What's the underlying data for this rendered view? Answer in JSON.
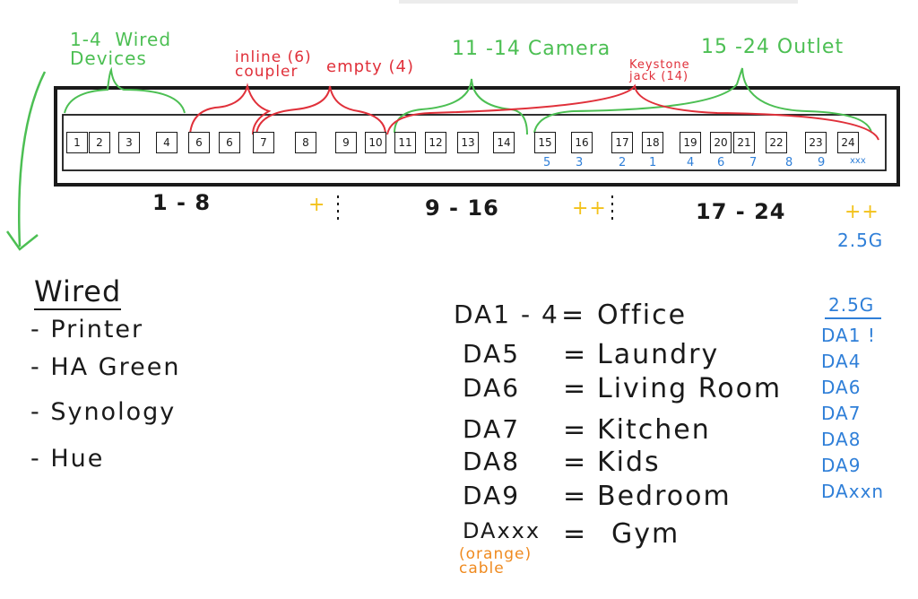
{
  "header_labels": {
    "wired_devices": "1-4  Wired\nDevices",
    "inline": "inline (6)\ncoupler",
    "empty": "empty (4)",
    "camera": "11 -14 Camera",
    "outlet": "15 -24  Outlet",
    "keystone": "Keystone\njack (14)"
  },
  "ports": [
    "1",
    "2",
    "3",
    "4",
    "6",
    "6",
    "7",
    "8",
    "9",
    "10",
    "11",
    "12",
    "13",
    "14",
    "15",
    "16",
    "17",
    "18",
    "19",
    "20",
    "21",
    "22",
    "23",
    "24"
  ],
  "port_sublabels": [
    {
      "port": "15",
      "label": "5"
    },
    {
      "port": "16",
      "label": "3"
    },
    {
      "port": "17",
      "label": "2"
    },
    {
      "port": "18",
      "label": "1"
    },
    {
      "port": "19",
      "label": "4"
    },
    {
      "port": "20",
      "label": "6"
    },
    {
      "port": "21",
      "label": "7"
    },
    {
      "port": "22",
      "label": "8"
    },
    {
      "port": "23",
      "label": "9"
    },
    {
      "port": "24",
      "label": "xxx"
    }
  ],
  "range_labels": [
    "1 - 8",
    "9 - 16",
    "17 - 24"
  ],
  "plus_marks": [
    "+",
    "++",
    "++"
  ],
  "speed_label": "2.5G",
  "wired": {
    "title": "Wired",
    "items": [
      "Printer",
      "HA Green",
      "Synology",
      "Hue"
    ]
  },
  "mapping": [
    {
      "key": "DA1 - 4",
      "eq": "=",
      "value": "Office"
    },
    {
      "key": "DA5",
      "eq": "=",
      "value": "Laundry"
    },
    {
      "key": "DA6",
      "eq": "=",
      "value": "Living Room"
    },
    {
      "key": "DA7",
      "eq": "=",
      "value": "Kitchen"
    },
    {
      "key": "DA8",
      "eq": "=",
      "value": "Kids"
    },
    {
      "key": "DA9",
      "eq": "=",
      "value": "Bedroom"
    },
    {
      "key": "DAxxx",
      "eq": "=",
      "value": "Gym"
    }
  ],
  "orange_note": "(orange)\ncable",
  "blue_list": {
    "title": "2.5G",
    "items": [
      "DA1 !",
      "DA4",
      "DA6",
      "DA7",
      "DA8",
      "DA9",
      "DAxxn"
    ]
  },
  "colors": {
    "ink": "#1a1a1a",
    "green": "#4cbf53",
    "red": "#e0303a",
    "blue": "#2f7fd8",
    "orange": "#ef8a1f",
    "yellow": "#f3c21b"
  }
}
